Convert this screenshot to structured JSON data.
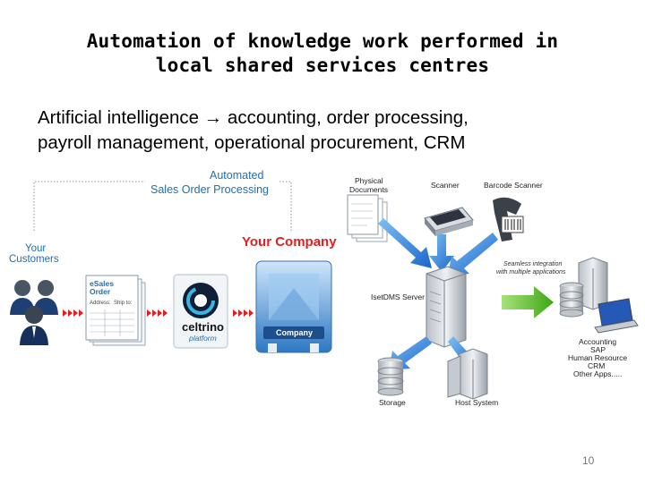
{
  "slide": {
    "title_line1": "Automation of knowledge work performed in",
    "title_line2": "local shared services centres",
    "body_line1": "Artificial intelligence → accounting, order processing,",
    "body_line2": "payroll management, operational procurement, CRM",
    "page_number": "10"
  },
  "left_diagram": {
    "heading_line1": "Automated",
    "heading_line2": "Sales Order Processing",
    "customers_line1": "Your",
    "customers_line2": "Customers",
    "your_company": "Your Company",
    "order_line1": "eSales",
    "order_line2": "Order",
    "order_field1": "Address:",
    "order_field2": "Ship to:",
    "celtrino_name": "celtrino",
    "celtrino_sub": "platform",
    "company_box": "Company"
  },
  "right_diagram": {
    "physical_docs_line1": "Physical",
    "physical_docs_line2": "Documents",
    "scanner": "Scanner",
    "barcode_scanner": "Barcode Scanner",
    "server": "IsetDMS Server",
    "integration_line1": "Seamless integration",
    "integration_line2": "with multiple applications",
    "accounting": "Accounting",
    "sap": "SAP",
    "human_resource": "Human Resource",
    "crm": "CRM",
    "other_apps": "Other Apps.....",
    "storage": "Storage",
    "host_system": "Host System"
  },
  "colors": {
    "blue_label": "#1f6fb4",
    "red_label": "#e02020",
    "arrow_blue": "#2a7ed8",
    "arrow_green": "#4cbb17"
  }
}
